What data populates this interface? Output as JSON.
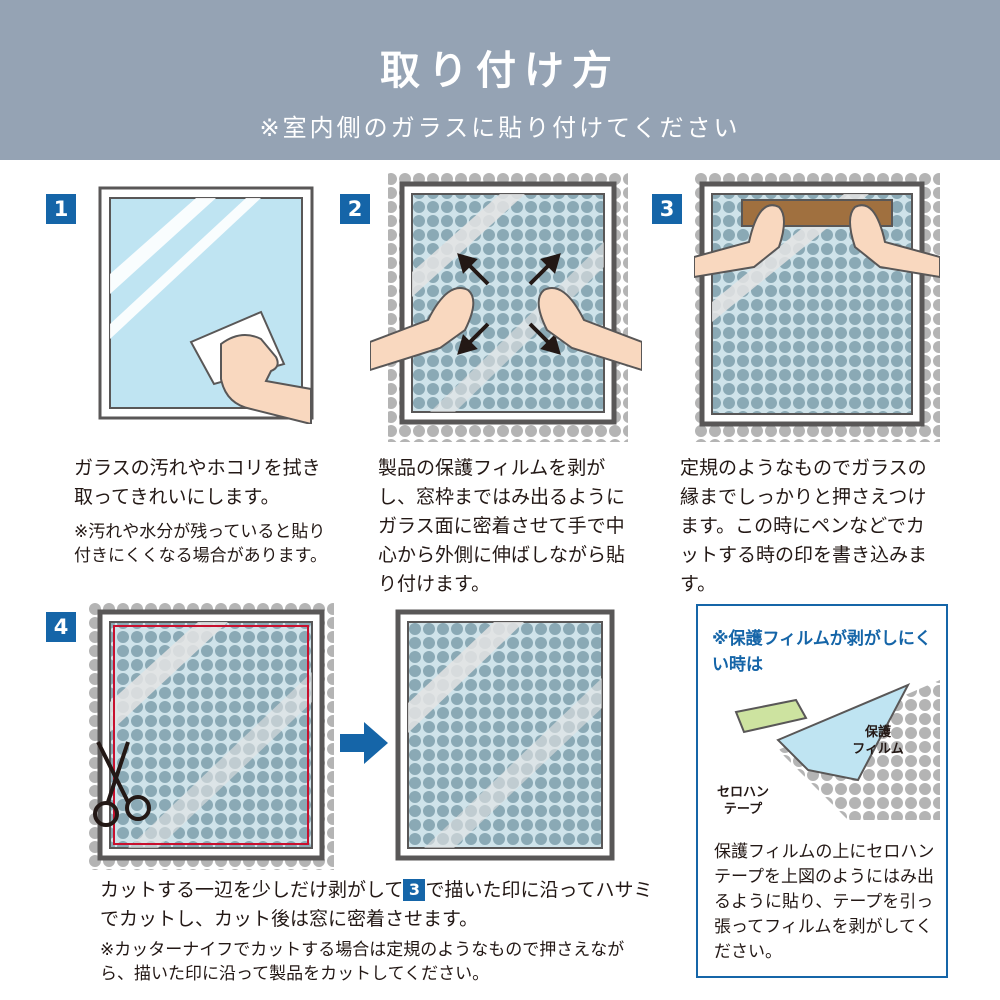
{
  "header": {
    "title": "取り付け方",
    "subtitle": "※室内側のガラスに貼り付けてください"
  },
  "steps": [
    {
      "number": "1",
      "text": "ガラスの汚れやホコリを拭き取ってきれいにします。",
      "note": "※汚れや水分が残っていると貼り付きにくくなる場合があります。"
    },
    {
      "number": "2",
      "text": "製品の保護フィルムを剥がし、窓枠まではみ出るようにガラス面に密着させて手で中心から外側に伸ばしながら貼り付けます。"
    },
    {
      "number": "3",
      "text": "定規のようなものでガラスの縁までしっかりと押さえつけます。この時にペンなどでカットする時の印を書き込みます。"
    },
    {
      "number": "4",
      "text_before": "カットする一辺を少しだけ剥がして",
      "ref": "3",
      "text_after": "で描いた印に沿ってハサミでカットし、カット後は窓に密着させます。",
      "note": "※カッターナイフでカットする場合は定規のようなもので押さえながら、描いた印に沿って製品をカットしてください。"
    }
  ],
  "tip": {
    "title": "※保護フィルムが剥がしにくい時は",
    "label_film": "保護\nフィルム",
    "label_tape": "セロハン\nテープ",
    "text": "保護フィルムの上にセロハンテープを上図のようにはみ出るように貼り、テープを引っ張ってフィルムを剥がしてください。"
  },
  "colors": {
    "header": "#95a3b4",
    "accent": "#1565a8",
    "glass": "#bfe4f2",
    "frame": "#595757",
    "cut_line": "#c8102e"
  }
}
